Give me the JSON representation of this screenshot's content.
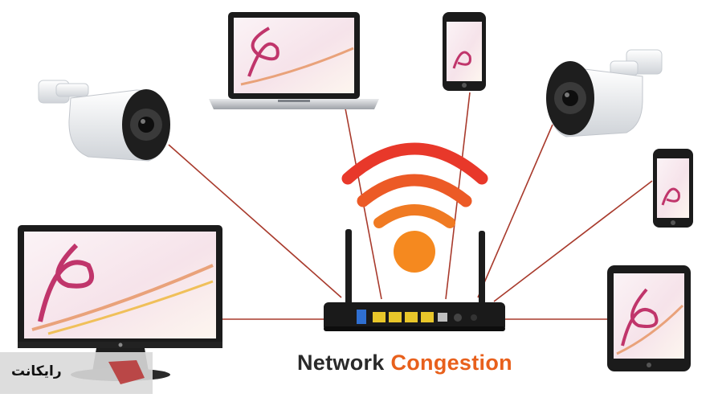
{
  "caption": {
    "word1": "Network",
    "word2": "Congestion"
  },
  "watermark": {
    "text": "رایکانت"
  },
  "colors": {
    "link": "#a83a2c",
    "wifi_red": "#e8382a",
    "wifi_orange": "#f07a22",
    "wifi_dot": "#f5891f",
    "caption_dark": "#2a2a2a",
    "caption_accent": "#e8601c",
    "device_body": "#1b1b1b",
    "screen_pink": "#f6e3ea"
  },
  "devices": [
    "security-camera-left",
    "laptop",
    "smartphone-top",
    "security-camera-right",
    "smartphone-right",
    "monitor",
    "tablet"
  ],
  "hub": "wifi-router"
}
